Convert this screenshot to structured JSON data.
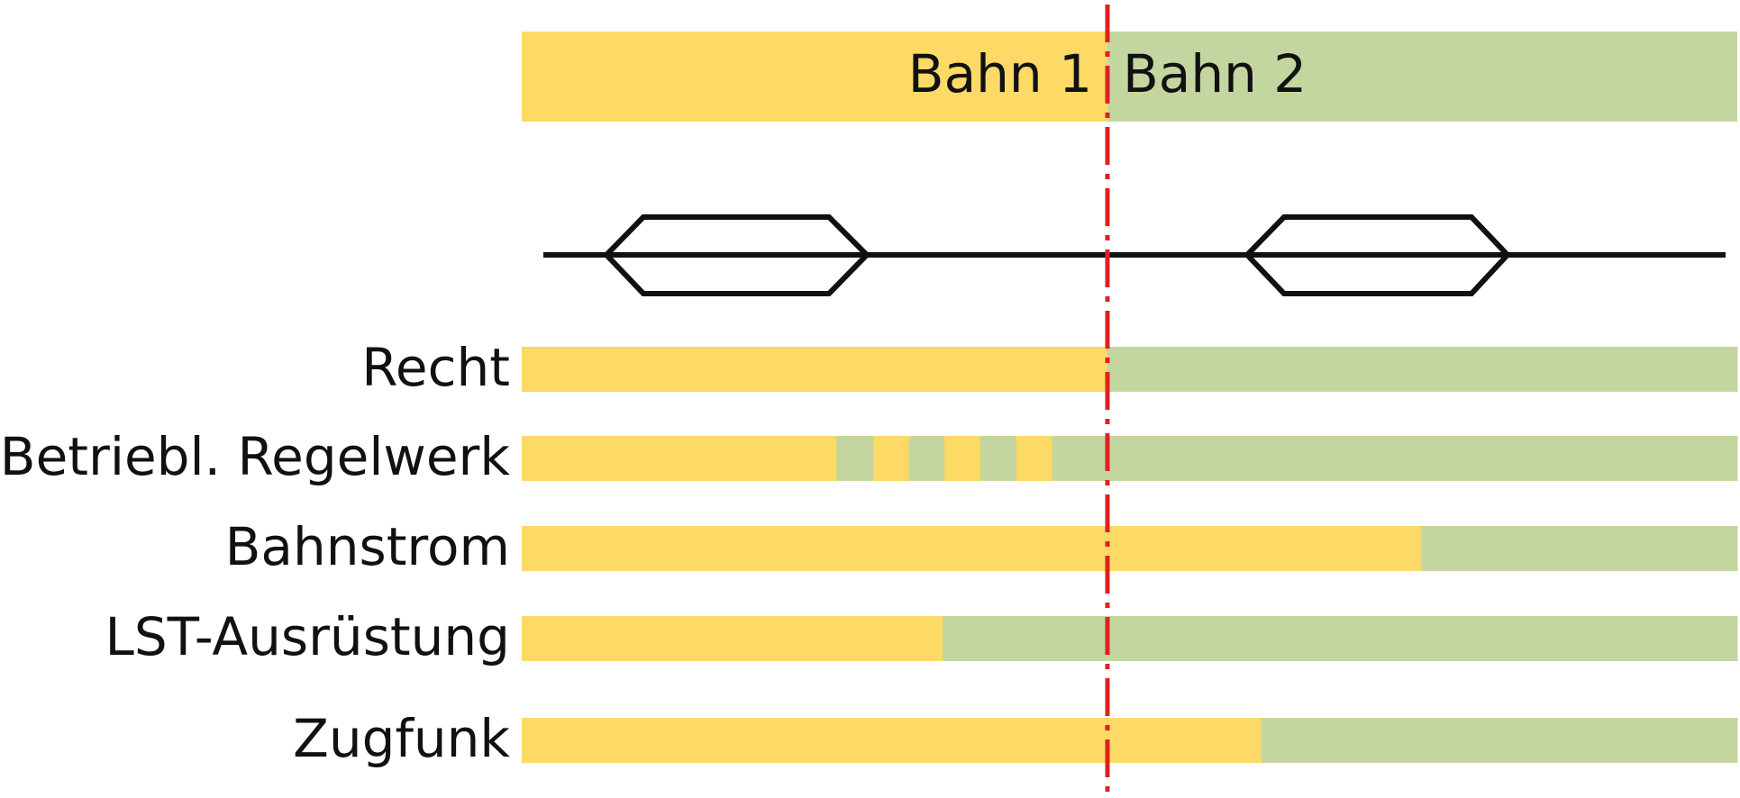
{
  "colors": {
    "bahn1": "#fdd965",
    "bahn2": "#c4d6a0",
    "boundary": "#e02020",
    "track": "#111111"
  },
  "header": {
    "bahn1_label": "Bahn 1",
    "bahn2_label": "Bahn 2"
  },
  "rows": [
    {
      "label": "Recht",
      "segments": [
        {
          "owner": "bahn1",
          "from": 0.0,
          "to": 0.4818
        },
        {
          "owner": "bahn2",
          "from": 0.4818,
          "to": 1.0
        }
      ]
    },
    {
      "label": "Betriebl. Regelwerk",
      "segments": [
        {
          "owner": "bahn1",
          "from": 0.0,
          "to": 0.2589
        },
        {
          "owner": "bahn2",
          "from": 0.2589,
          "to": 0.2895
        },
        {
          "owner": "bahn1",
          "from": 0.2895,
          "to": 0.3186
        },
        {
          "owner": "bahn2",
          "from": 0.3186,
          "to": 0.3478
        },
        {
          "owner": "bahn1",
          "from": 0.3478,
          "to": 0.3771
        },
        {
          "owner": "bahn2",
          "from": 0.3771,
          "to": 0.407
        },
        {
          "owner": "bahn1",
          "from": 0.407,
          "to": 0.4364
        },
        {
          "owner": "bahn2",
          "from": 0.4364,
          "to": 1.0
        }
      ]
    },
    {
      "label": "Bahnstrom",
      "segments": [
        {
          "owner": "bahn1",
          "from": 0.0,
          "to": 0.74
        },
        {
          "owner": "bahn2",
          "from": 0.74,
          "to": 1.0
        }
      ]
    },
    {
      "label": "LST-Ausrüstung",
      "segments": [
        {
          "owner": "bahn1",
          "from": 0.0,
          "to": 0.3462
        },
        {
          "owner": "bahn2",
          "from": 0.3462,
          "to": 1.0
        }
      ]
    },
    {
      "label": "Zugfunk",
      "segments": [
        {
          "owner": "bahn1",
          "from": 0.0,
          "to": 0.6084
        },
        {
          "owner": "bahn2",
          "from": 0.6084,
          "to": 1.0
        }
      ]
    }
  ]
}
